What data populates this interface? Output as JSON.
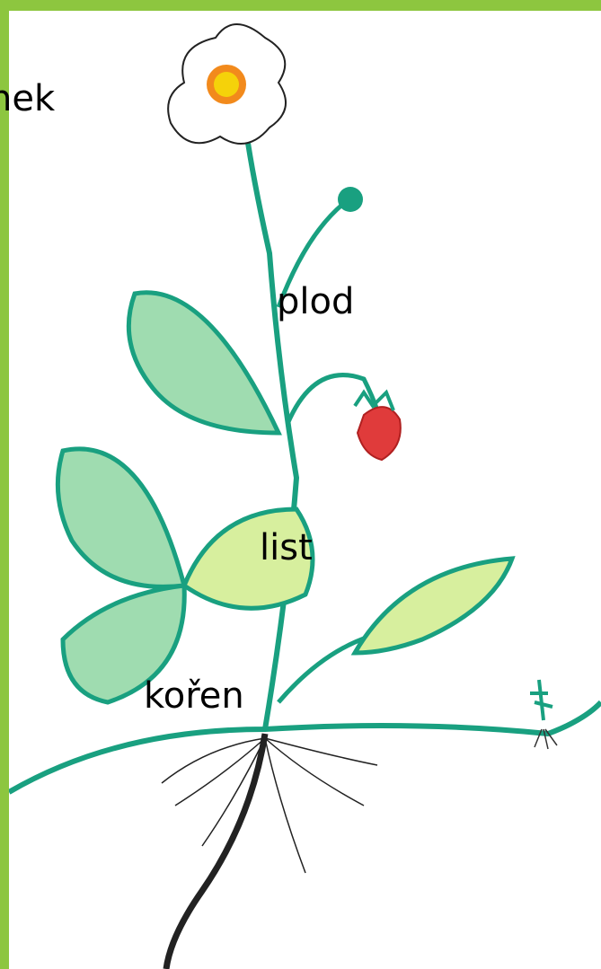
{
  "colors": {
    "frame": "#8dc63f",
    "stem": "#19a080",
    "leaf_fill": "#9fdcb0",
    "leaf_light": "#d7ef9e",
    "petal": "#ffffff",
    "flower_center": "#f5d20a",
    "flower_ring": "#f28a1c",
    "fruit": "#e03b3b",
    "root": "#222222"
  },
  "labels": {
    "flower": "nek",
    "fruit": "plod",
    "leaf": "list",
    "root": "kořen"
  },
  "icons": [
    "strawberry-plant-drawing"
  ]
}
